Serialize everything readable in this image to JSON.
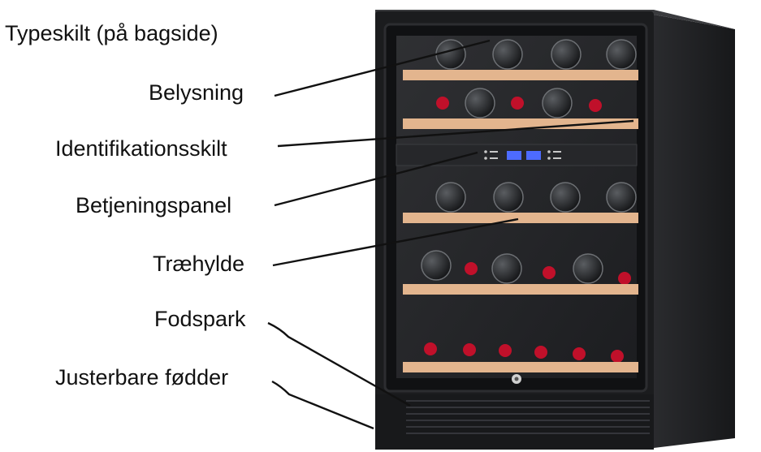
{
  "labels": {
    "typeskilt": "Typeskilt (på bagside)",
    "belysning": "Belysning",
    "identifikationsskilt": "Identifikationsskilt",
    "betjeningspanel": "Betjeningspanel",
    "traehylde": "Træhylde",
    "fodspark": "Fodspark",
    "justerbare_fodder": "Justerbare fødder"
  },
  "colors": {
    "cabinet": "#1b1c1e",
    "shelf_wood": "#e3b58e",
    "bottle_cap": "#c0102a",
    "display_blue": "#4d6bff",
    "leader_line": "#111111"
  }
}
